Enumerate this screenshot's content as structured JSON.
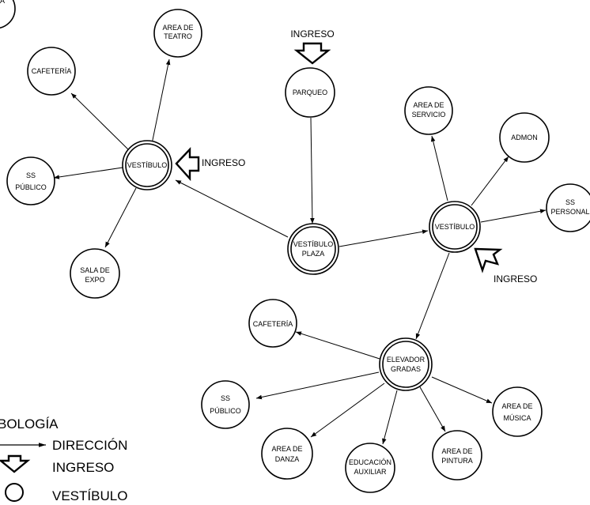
{
  "nodes": {
    "top_left_partial": [
      "A"
    ],
    "area_teatro": [
      "AREA DE",
      "TEATRO"
    ],
    "cafeteria_top": [
      "CAFETERÍA"
    ],
    "vestibulo_left": [
      "VESTÍBULO"
    ],
    "ss_publico_left": [
      "SS",
      "PÚBLICO"
    ],
    "sala_expo": [
      "SALA DE",
      "EXPO"
    ],
    "parqueo": [
      "PARQUEO"
    ],
    "vestibulo_plaza": [
      "VESTÍBULO",
      "PLAZA"
    ],
    "area_servicio": [
      "AREA DE",
      "SERVICIO"
    ],
    "admon": [
      "ADMON"
    ],
    "vestibulo_right": [
      "VESTÍBULO"
    ],
    "ss_personal": [
      "SS",
      "PERSONAL"
    ],
    "cafeteria_bottom": [
      "CAFETERÍA"
    ],
    "elevador_gradas": [
      "ELEVADOR",
      "GRADAS"
    ],
    "ss_publico_bottom": [
      "SS",
      "PÚBLICO"
    ],
    "area_musica": [
      "AREA DE",
      "MÚSICA"
    ],
    "area_danza": [
      "AREA DE",
      "DANZA"
    ],
    "educacion_auxiliar": [
      "EDUCACIÓN",
      "AUXILIAR"
    ],
    "area_pintura": [
      "AREA DE",
      "PINTURA"
    ]
  },
  "ingreso_labels": {
    "top": "INGRESO",
    "left": "INGRESO",
    "right": "INGRESO"
  },
  "legend": {
    "title": "BOLOGÍA",
    "direccion": "DIRECCIÓN",
    "ingreso": "INGRESO",
    "vestibulo": "VESTÍBULO"
  }
}
